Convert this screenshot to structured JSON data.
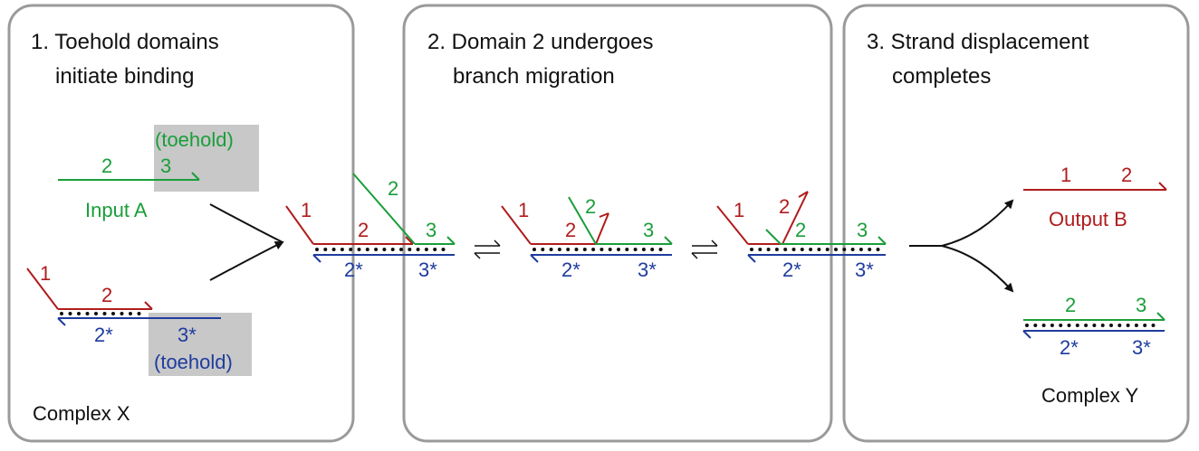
{
  "colors": {
    "input_strand": "#1a9e3a",
    "output_strand": "#b01c1c",
    "complement_strand": "#1f3c9e",
    "panel_border": "#9a9a9a",
    "toehold_highlight": "#c8c8c8",
    "text": "#111111"
  },
  "panels": [
    {
      "title_line1": "1. Toehold domains",
      "title_line2": "initiate binding"
    },
    {
      "title_line1": "2. Domain 2 undergoes",
      "title_line2": "branch migration"
    },
    {
      "title_line1": "3. Strand displacement",
      "title_line2": "completes"
    }
  ],
  "panel1": {
    "input_a": {
      "domain_2": "2",
      "domain_3": "3",
      "toehold_label": "(toehold)",
      "name": "Input A"
    },
    "complex_x": {
      "domain_1": "1",
      "domain_2": "2",
      "domain_2_star": "2*",
      "domain_3_star": "3*",
      "toehold_label": "(toehold)",
      "name": "Complex X"
    }
  },
  "intermediate_1": {
    "domain_1": "1",
    "domain_2": "2",
    "input_domain_2": "2",
    "domain_3": "3",
    "domain_2_star": "2*",
    "domain_3_star": "3*"
  },
  "intermediate_2": {
    "domain_1": "1",
    "domain_2": "2",
    "input_domain_2": "2",
    "domain_3": "3",
    "domain_2_star": "2*",
    "domain_3_star": "3*"
  },
  "intermediate_3": {
    "domain_1": "1",
    "domain_2": "2",
    "input_domain_2": "2",
    "domain_3": "3",
    "domain_2_star": "2*",
    "domain_3_star": "3*"
  },
  "panel3": {
    "output_b": {
      "domain_1": "1",
      "domain_2": "2",
      "name": "Output B"
    },
    "complex_y": {
      "domain_2": "2",
      "domain_3": "3",
      "domain_2_star": "2*",
      "domain_3_star": "3*",
      "name": "Complex Y"
    }
  }
}
